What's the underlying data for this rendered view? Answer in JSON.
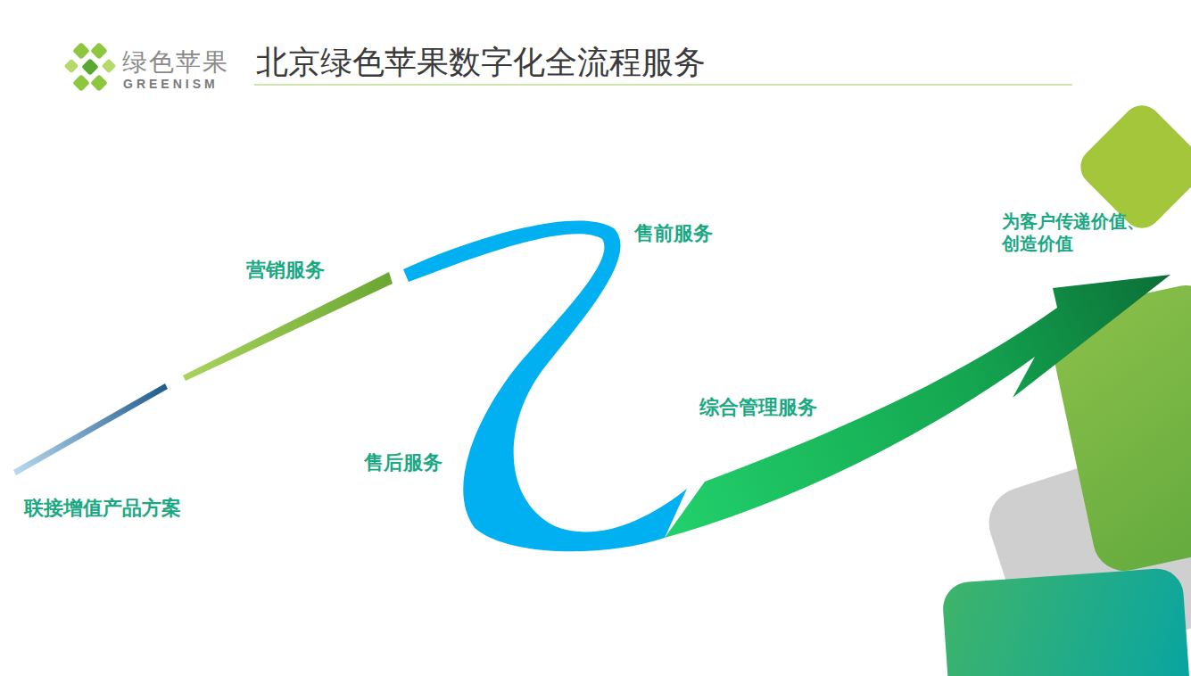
{
  "diagram": {
    "title": "北京绿色苹果数字化全流程服务",
    "labels": [
      "绿色苹果",
      "GREENISM",
      "为客户传递价值、创造价值",
      "售前服务",
      "营销服务",
      "综合管理服务",
      "售后服务",
      "联接增值产品方案"
    ]
  }
}
